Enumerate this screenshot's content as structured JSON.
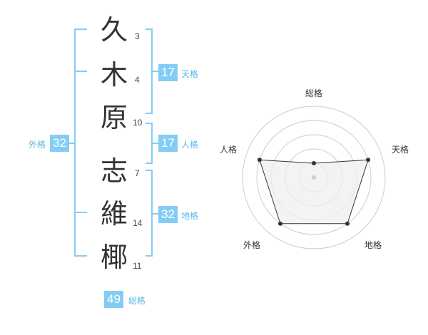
{
  "name": {
    "characters": [
      {
        "char": "久",
        "strokes": "3"
      },
      {
        "char": "木",
        "strokes": "4"
      },
      {
        "char": "原",
        "strokes": "10"
      },
      {
        "char": "志",
        "strokes": "7"
      },
      {
        "char": "維",
        "strokes": "14"
      },
      {
        "char": "椰",
        "strokes": "11"
      }
    ]
  },
  "fortunes": {
    "tenkaku": {
      "value": "17",
      "label": "天格"
    },
    "jinkaku": {
      "value": "17",
      "label": "人格"
    },
    "chikaku": {
      "value": "32",
      "label": "地格"
    },
    "gaikaku": {
      "value": "32",
      "label": "外格"
    },
    "soukaku": {
      "value": "49",
      "label": "総格"
    }
  },
  "radar": {
    "axes": [
      "総格",
      "天格",
      "地格",
      "外格",
      "人格"
    ],
    "levels": [
      1,
      4,
      4,
      4,
      4
    ],
    "max": 5,
    "fill_color": "#efefef",
    "line_color": "#333333",
    "grid_color": "#cccccc"
  },
  "colors": {
    "accent": "#83cdf5",
    "accent_text": "#5bb7e8"
  }
}
